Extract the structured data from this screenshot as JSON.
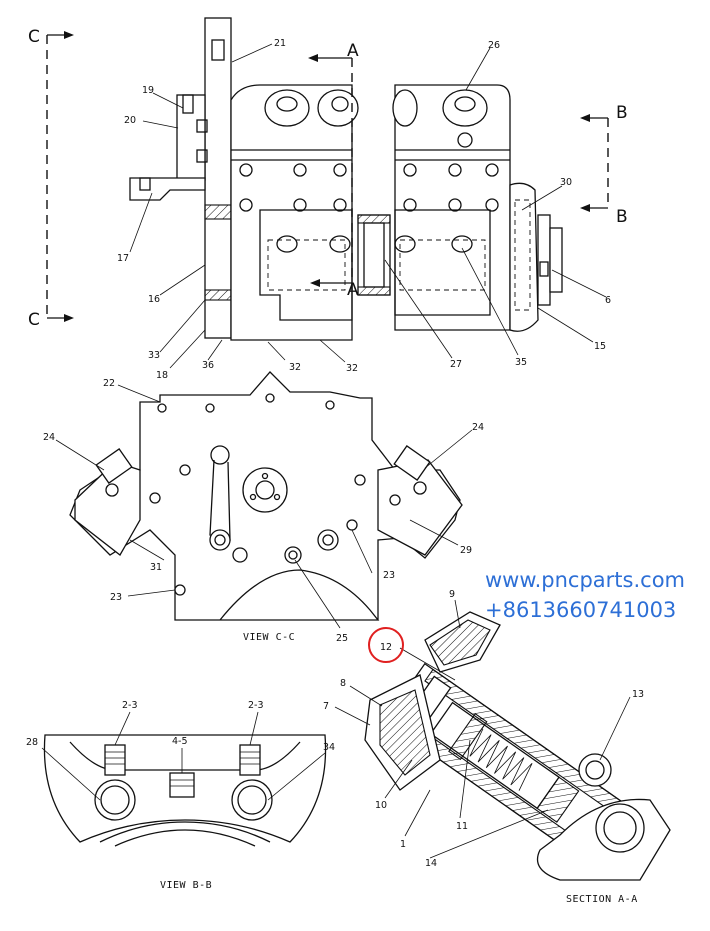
{
  "section_markers": {
    "c_top": "C",
    "c_bottom": "C",
    "a_top": "A",
    "a_mid": "A",
    "b_top": "B",
    "b_bottom": "B"
  },
  "callouts": {
    "c21": "21",
    "c26": "26",
    "c19": "19",
    "c20": "20",
    "c17": "17",
    "c16": "16",
    "c33": "33",
    "c18": "18",
    "c36": "36",
    "c32a": "32",
    "c32b": "32",
    "c27": "27",
    "c35": "35",
    "c30": "30",
    "c6": "6",
    "c15": "15",
    "c22": "22",
    "c24a": "24",
    "c24b": "24",
    "c29": "29",
    "c31": "31",
    "c23a": "23",
    "c23b": "23",
    "c25": "25",
    "c9": "9",
    "c12": "12",
    "c8": "8",
    "c7": "7",
    "c13": "13",
    "c10": "10",
    "c11": "11",
    "c1": "1",
    "c14": "14",
    "c2_3a": "2-3",
    "c2_3b": "2-3",
    "c4_5": "4-5",
    "c28": "28",
    "c34": "34"
  },
  "view_labels": {
    "view_cc": "VIEW C-C",
    "view_bb": "VIEW B-B",
    "section_aa": "SECTION A-A"
  },
  "watermark": {
    "url": "www.pncparts.com",
    "phone": "+8613660741003",
    "color": "#2d6fd6"
  },
  "highlight": {
    "label": "12",
    "color": "#e02020"
  }
}
